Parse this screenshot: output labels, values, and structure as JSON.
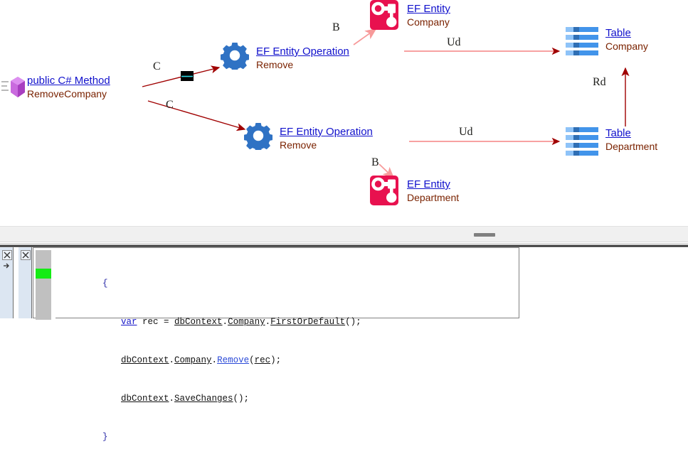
{
  "app": {
    "type": "visual-studio-code-map-diagram"
  },
  "diagram": {
    "nodes": [
      {
        "id": "method",
        "icon": "csharp-method-icon",
        "title": " public C# Method",
        "subtitle": "RemoveCompany"
      },
      {
        "id": "op-top",
        "icon": "gear-icon",
        "title": "EF Entity Operation",
        "subtitle": "Remove"
      },
      {
        "id": "op-bottom",
        "icon": "gear-icon",
        "title": "EF Entity Operation",
        "subtitle": "Remove"
      },
      {
        "id": "entity-company",
        "icon": "ef-entity-icon",
        "title": "EF Entity",
        "subtitle": "Company"
      },
      {
        "id": "entity-department",
        "icon": "ef-entity-icon",
        "title": "EF Entity",
        "subtitle": "Department"
      },
      {
        "id": "table-company",
        "icon": "table-icon",
        "title": "Table",
        "subtitle": "Company"
      },
      {
        "id": "table-department",
        "icon": "table-icon",
        "title": "Table",
        "subtitle": "Department"
      }
    ],
    "edges": [
      {
        "id": "edge-c-top",
        "label": "C"
      },
      {
        "id": "edge-c-bottom",
        "label": "C"
      },
      {
        "id": "edge-b-top",
        "label": "B"
      },
      {
        "id": "edge-b-bottom",
        "label": "B"
      },
      {
        "id": "edge-ud-top",
        "label": "Ud"
      },
      {
        "id": "edge-ud-bottom",
        "label": "Ud"
      },
      {
        "id": "edge-rd",
        "label": "Rd"
      }
    ],
    "colors": {
      "link_text": "#1111cc",
      "sub_text": "#7a2200",
      "edge_dark_red": "#a00000",
      "edge_light_red": "#f08080",
      "gear_blue": "#2f72c4",
      "entity_crimson": "#e8114f",
      "table_blue": "#4294ea",
      "method_purple": "#c05ad0"
    }
  },
  "code": {
    "lines": [
      {
        "indent": 1,
        "tokens": [
          {
            "t": "{",
            "k": "brace"
          }
        ]
      },
      {
        "indent": 2,
        "tokens": [
          {
            "t": "var",
            "k": "kw"
          },
          {
            "t": " rec = ",
            "k": "plain"
          },
          {
            "t": "dbContext",
            "k": "id"
          },
          {
            "t": ".",
            "k": "plain"
          },
          {
            "t": "Company",
            "k": "id"
          },
          {
            "t": ".",
            "k": "plain"
          },
          {
            "t": "FirstOrDefault",
            "k": "id"
          },
          {
            "t": "();",
            "k": "plain"
          }
        ]
      },
      {
        "indent": 2,
        "tokens": [
          {
            "t": "dbContext",
            "k": "id"
          },
          {
            "t": ".",
            "k": "plain"
          },
          {
            "t": "Company",
            "k": "id"
          },
          {
            "t": ".",
            "k": "plain"
          },
          {
            "t": "Remove",
            "k": "mth"
          },
          {
            "t": "(",
            "k": "plain"
          },
          {
            "t": "rec",
            "k": "id"
          },
          {
            "t": ");",
            "k": "plain"
          }
        ]
      },
      {
        "indent": 2,
        "tokens": [
          {
            "t": "dbContext",
            "k": "id"
          },
          {
            "t": ".",
            "k": "plain"
          },
          {
            "t": "SaveChanges",
            "k": "id"
          },
          {
            "t": "();",
            "k": "plain"
          }
        ]
      },
      {
        "indent": 1,
        "tokens": [
          {
            "t": "}",
            "k": "brace"
          }
        ]
      }
    ],
    "breakpoint_line": 3,
    "raw": [
      "{",
      "var rec = dbContext.Company.FirstOrDefault();",
      "dbContext.Company.Remove(rec);",
      "dbContext.SaveChanges();",
      "}"
    ]
  },
  "splitter": {
    "grip": "splitter-grip"
  }
}
